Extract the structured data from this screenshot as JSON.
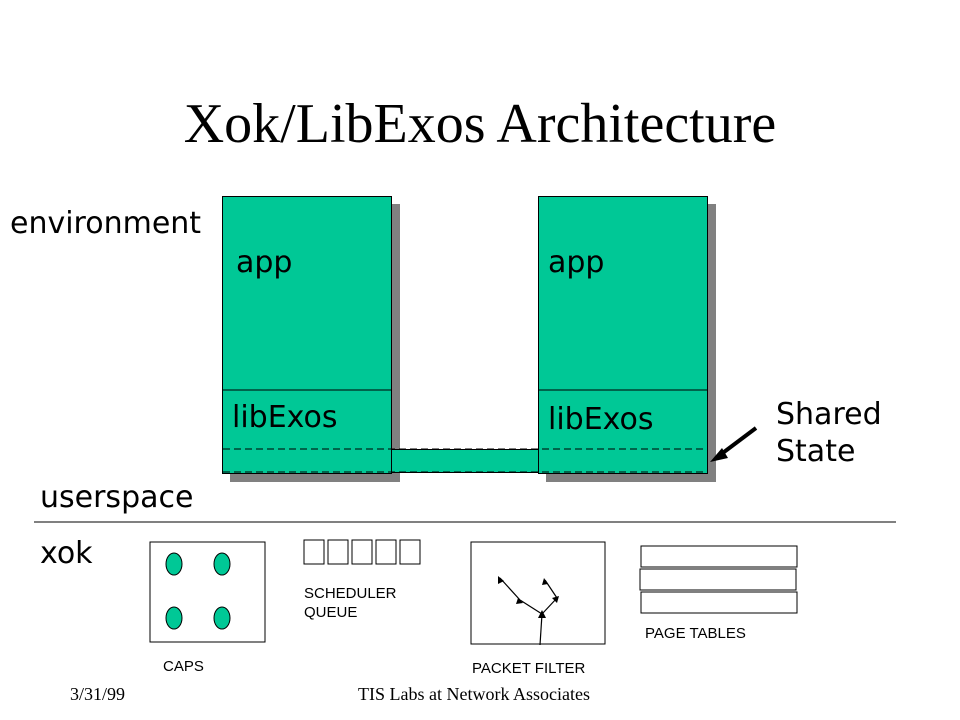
{
  "title": "Xok/LibExos Architecture",
  "layers": {
    "environment": "environment",
    "userspace": "userspace",
    "xok": "xok"
  },
  "apps": [
    {
      "top_label": "app",
      "bottom_label": "libExos"
    },
    {
      "top_label": "app",
      "bottom_label": "libExos"
    }
  ],
  "shared_state": {
    "line1": "Shared",
    "line2": "State"
  },
  "kernel_components": {
    "caps": "CAPS",
    "scheduler_line1": "SCHEDULER",
    "scheduler_line2": "QUEUE",
    "packet_filter": "PACKET FILTER",
    "page_tables": "PAGE TABLES"
  },
  "footer": {
    "date": "3/31/99",
    "org": "TIS Labs at Network Associates"
  },
  "colors": {
    "app_fill": "#00c896",
    "shadow": "#808080"
  }
}
